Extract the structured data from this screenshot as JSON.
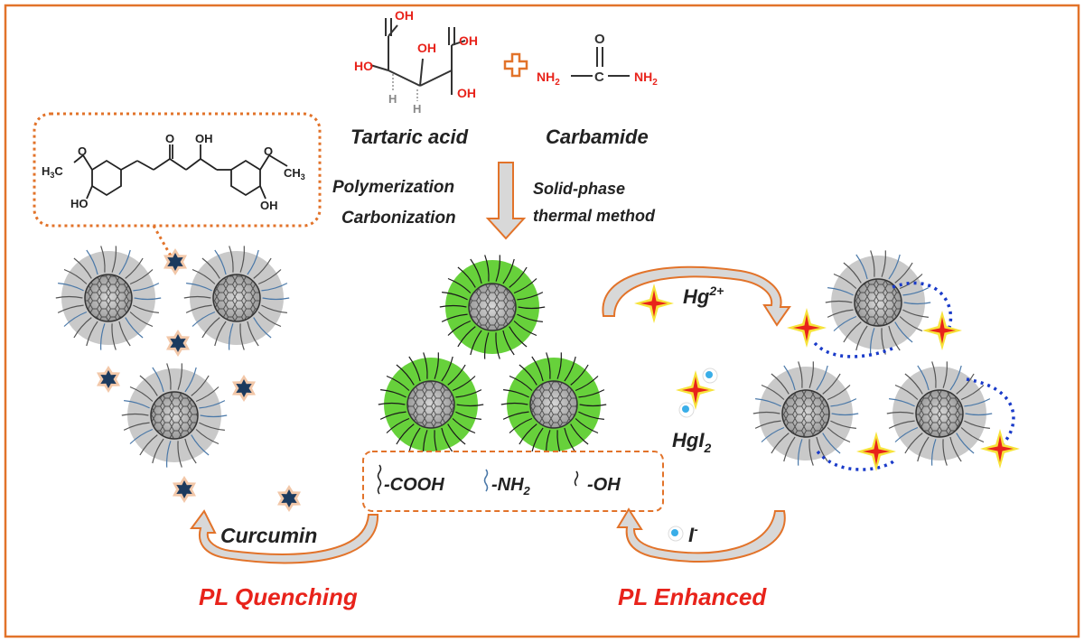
{
  "reactants": {
    "tartaric_acid": {
      "name": "Tartaric acid",
      "groups": {
        "oh_top_left": "OH",
        "oh_top_right": "OH",
        "oh_left": "HO",
        "oh_right": "OH",
        "h_left": "H",
        "h_right": "H"
      }
    },
    "plus": "+",
    "carbamide": {
      "name": "Carbamide",
      "groups": {
        "oxygen": "O",
        "carbon": "C",
        "amine": "NH",
        "amine_sub": "2"
      }
    }
  },
  "synthesis": {
    "left_line1": "Polymerization",
    "left_line2": "Carbonization",
    "right_line1": "Solid-phase",
    "right_line2": "thermal method"
  },
  "curcumin_structure": {
    "methyl_left": "H",
    "methyl_left_sub": "3",
    "methyl_left_c": "C",
    "methyl_right_c": "CH",
    "methyl_right_sub": "3",
    "o_left": "O",
    "o_right": "O",
    "ho_left": "HO",
    "oh_right": "OH",
    "ketone_o": "O",
    "enol_oh": "OH"
  },
  "legend": {
    "cooh": "-COOH",
    "nh2": "-NH",
    "nh2_sub": "2",
    "oh": "-OH"
  },
  "labels": {
    "curcumin": "Curcumin",
    "pl_quenching": "PL Quenching",
    "pl_enhanced": "PL Enhanced",
    "hg": "Hg",
    "hg_sup": "2+",
    "hgi2": "HgI",
    "hgi2_sub": "2",
    "iodide": "I",
    "iodide_sup": "-"
  },
  "colors": {
    "border": "#e2732a",
    "arrow": "#e2732a",
    "red_text": "#e8231b",
    "star_fill": "#1c3a5e",
    "star_halo": "#f2c7a8",
    "green_shell": "#67d13b",
    "grey_shell": "#c9c9c9",
    "hg_star": "#e8231b",
    "hg_halo": "#f7e33a",
    "iodide_dot": "#3aaee8",
    "dotted_link": "#1a3bc9"
  }
}
